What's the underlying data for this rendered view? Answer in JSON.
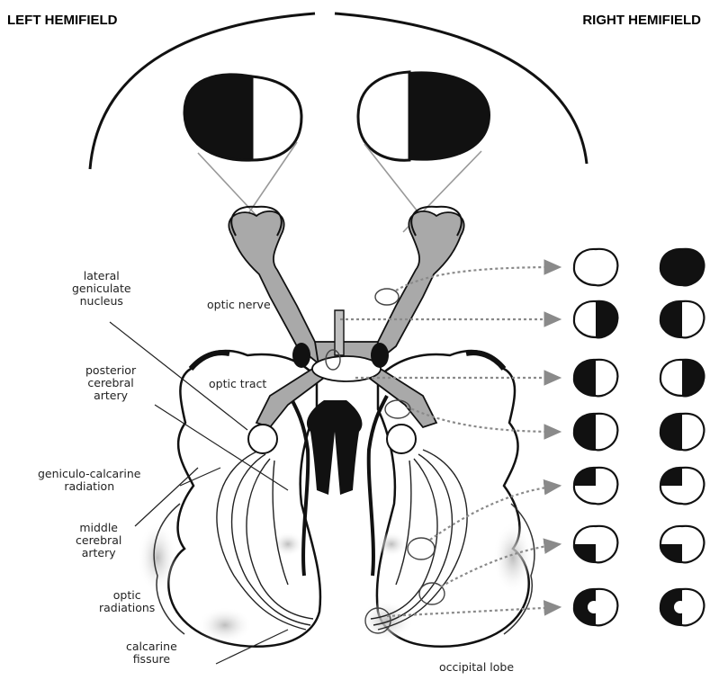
{
  "header": {
    "left": "LEFT HEMIFIELD",
    "right": "RIGHT HEMIFIELD"
  },
  "labels": {
    "lgn": "lateral\ngeniculate\nnucleus",
    "optic_nerve": "optic nerve",
    "pca": "posterior\ncerebral\nartery",
    "optic_tract": "optic tract",
    "geniculo": "geniculo-calcarine\nradiation",
    "mca": "middle\ncerebral\nartery",
    "radiations": "optic\nradiations",
    "calcarine": "calcarine\nfissure",
    "occipital": "occipital lobe"
  },
  "colors": {
    "ink": "#111111",
    "structure_fill": "#a9a9a9",
    "shade": "#c8c8c8",
    "arrow": "#8a8a8a"
  },
  "field_defects": [
    {
      "left": "full-white",
      "right": "full-black"
    },
    {
      "left": "right-half-black",
      "right": "left-half-black"
    },
    {
      "left": "left-half-black",
      "right": "right-half-black"
    },
    {
      "left": "left-half-black",
      "right": "left-half-black"
    },
    {
      "left": "upper-left-quadrant",
      "right": "upper-left-quadrant"
    },
    {
      "left": "lower-left-quadrant",
      "right": "lower-left-quadrant"
    },
    {
      "left": "left-half-macular-sparing",
      "right": "left-half-macular-sparing"
    }
  ]
}
